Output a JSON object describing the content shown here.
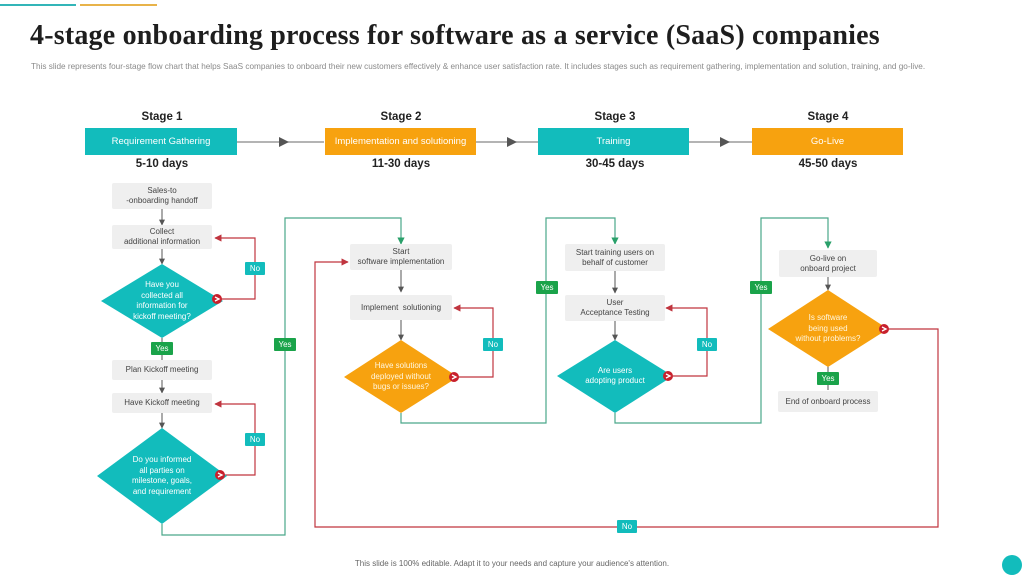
{
  "colors": {
    "teal": "#12bcbc",
    "orange": "#f7a20f",
    "yes_green": "#1aa34a",
    "no_line_red": "#c0353f",
    "yes_line_green": "#4aa88a",
    "accent_bar_teal": "#33b5b8",
    "accent_bar_gold": "#e8b34a"
  },
  "header": {
    "title": "4-stage onboarding process for software as a service (SaaS) companies",
    "description": "This slide represents four-stage flow chart that helps SaaS companies to onboard their new customers effectively & enhance user satisfaction rate. It includes stages such as requirement gathering, implementation and solution, training, and go-live."
  },
  "stages": [
    {
      "label": "Stage 1",
      "name": "Requirement Gathering",
      "duration": "5-10 days",
      "color": "teal"
    },
    {
      "label": "Stage 2",
      "name": "Implementation and solutioning",
      "duration": "11-30 days",
      "color": "orange"
    },
    {
      "label": "Stage 3",
      "name": "Training",
      "duration": "30-45 days",
      "color": "teal"
    },
    {
      "label": "Stage 4",
      "name": "Go-Live",
      "duration": "45-50 days",
      "color": "orange"
    }
  ],
  "flow": {
    "stage1": {
      "steps": [
        "Sales-to\n-onboarding handoff",
        "Collect\nadditional information",
        "Plan Kickoff meeting",
        "Have Kickoff meeting"
      ],
      "decisions": [
        "Have you\ncollected all\ninformation for\nkickoff meeting?",
        "Do you informed\nall parties on\nmilestone, goals,\nand requirement"
      ]
    },
    "stage2": {
      "steps": [
        "Start\nsoftware implementation",
        "Implement  solutioning"
      ],
      "decisions": [
        "Have solutions\ndeployed without\nbugs or issues?"
      ]
    },
    "stage3": {
      "steps": [
        "Start training users on\nbehalf of customer",
        "User\nAcceptance Testing"
      ],
      "decisions": [
        "Are users\nadopting product"
      ]
    },
    "stage4": {
      "steps": [
        "Go-live on\nonboard project",
        "End of onboard process"
      ],
      "decisions": [
        "Is software\nbeing used\nwithout problems?"
      ]
    },
    "labels": {
      "yes": "Yes",
      "no": "No"
    }
  },
  "footer": {
    "note": "This slide is 100% editable.  Adapt it to your needs and capture your audience's attention."
  }
}
